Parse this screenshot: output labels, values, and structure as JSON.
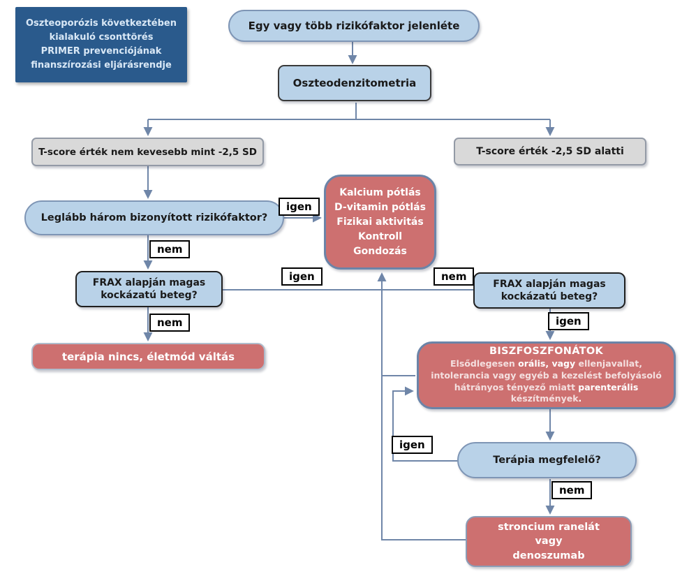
{
  "title_box": {
    "line1": "Oszteoporózis következtében",
    "line2": "kialakuló csonttörés",
    "line3": "PRIMER prevenciójának",
    "line4": "finanszírozási eljárásrendje"
  },
  "labels": {
    "yes": "igen",
    "no": "nem"
  },
  "colors": {
    "node_blue": "#b9d2e8",
    "node_red": "#cd7070",
    "node_gray": "#d9d9d9",
    "title_navy": "#2a5a8c",
    "wire": "#6f86a8"
  },
  "nodes": {
    "start": "Egy vagy több rizikófaktor jelenléte",
    "densitometry": "Oszteodenzitometria",
    "tscore_left": "T-score érték nem kevesebb mint -2,5 SD",
    "tscore_right": "T-score érték -2,5 SD alatti",
    "risk_question": "Leglább három bizonyított rizikófaktor?",
    "calcium": {
      "lines": [
        "Kalcium pótlás",
        "D-vitamin pótlás",
        "Fizikai aktivitás",
        "Kontroll",
        "Gondozás"
      ]
    },
    "frax_left": "FRAX alapján magas kockázatú beteg?",
    "frax_right": "FRAX alapján magas kockázatú beteg?",
    "no_therapy": "terápia nincs, életmód váltás",
    "bisphosphonates": {
      "title": "BISZFOSZFONÁTOK",
      "body_segments": [
        {
          "text": "Elsődlegesen ",
          "bold": false
        },
        {
          "text": "orális, vagy",
          "bold": true
        },
        {
          "text": " ellenjavallat, intolerancia vagy egyéb a kezelést befolyásoló hátrányos tényező miatt ",
          "bold": false
        },
        {
          "text": "parenterális",
          "bold": true
        },
        {
          "text": " készítmények",
          "bold": false
        },
        {
          "text": ".",
          "bold": true
        }
      ]
    },
    "therapy_ok": "Terápia megfelelő?",
    "strontium": {
      "lines": [
        "stroncium ranelát",
        "vagy",
        "denoszumab"
      ]
    }
  }
}
